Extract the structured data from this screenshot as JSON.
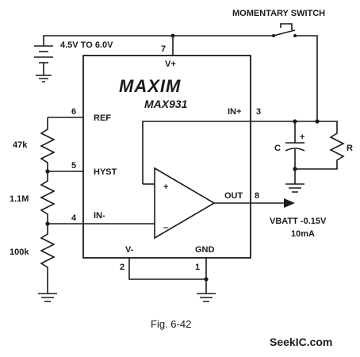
{
  "switch_label": "MOMENTARY SWITCH",
  "supply_label": "4.5V TO 6.0V",
  "brand": "MAXIM",
  "part_number": "MAX931",
  "pins": {
    "vplus": {
      "name": "V+",
      "number": "7"
    },
    "ref": {
      "name": "REF",
      "number": "6"
    },
    "hyst": {
      "name": "HYST",
      "number": "5"
    },
    "inminus": {
      "name": "IN-",
      "number": "4"
    },
    "inplus": {
      "name": "IN+",
      "number": "3"
    },
    "out": {
      "name": "OUT",
      "number": "8"
    },
    "vminus": {
      "name": "V-",
      "number": "2"
    },
    "gnd": {
      "name": "GND",
      "number": "1"
    }
  },
  "resistors": {
    "r1": "47k",
    "r2": "1.1M",
    "r3": "100k",
    "rload": "R"
  },
  "capacitor": {
    "name": "C",
    "polarity": "+"
  },
  "opamp": {
    "plus": "+",
    "minus": "–"
  },
  "output_label": {
    "line1": "VBATT -0.15V",
    "line2": "10mA"
  },
  "figure_caption": "Fig. 6-42",
  "watermark": "SeekIC.com"
}
